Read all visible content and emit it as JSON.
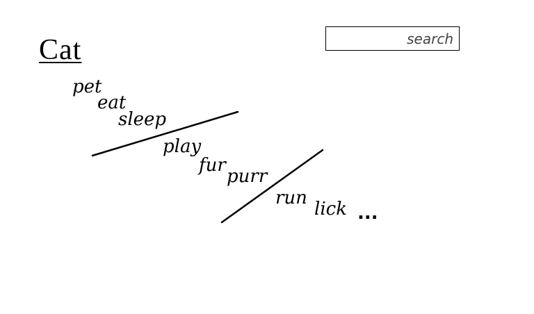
{
  "header": {
    "title": "Cat"
  },
  "search": {
    "placeholder": "search",
    "value": ""
  },
  "words": [
    {
      "label": "pet"
    },
    {
      "label": "eat"
    },
    {
      "label": "sleep"
    },
    {
      "label": "play"
    },
    {
      "label": "fur"
    },
    {
      "label": "purr"
    },
    {
      "label": "run"
    },
    {
      "label": "lick"
    }
  ],
  "more_indicator": "..."
}
